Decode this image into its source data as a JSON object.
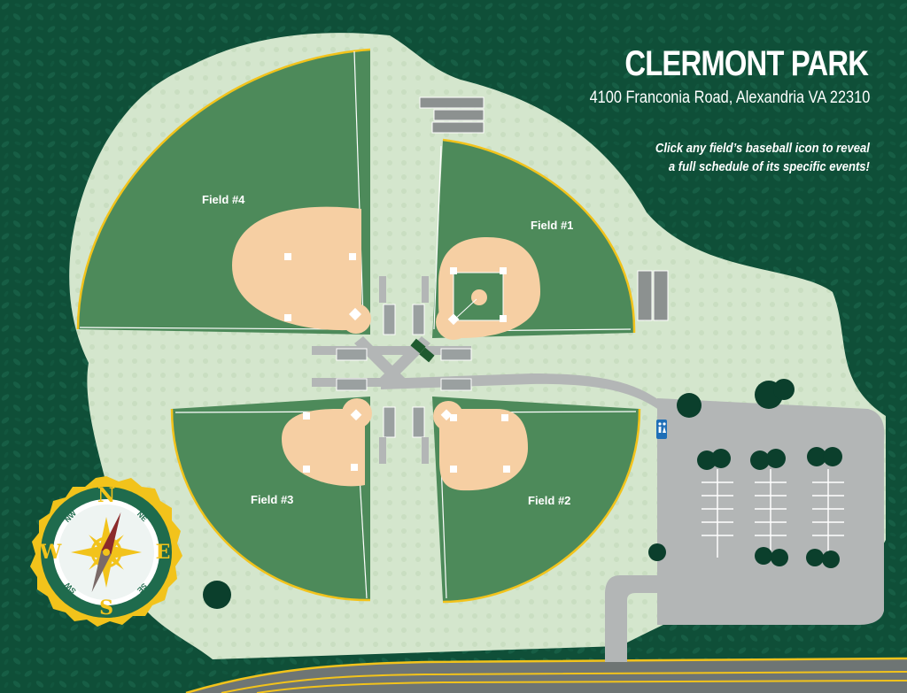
{
  "header": {
    "title": "CLERMONT PARK",
    "address": "4100 Franconia Road, Alexandria VA 22310"
  },
  "instructions": {
    "line1": "Click any field’s  baseball icon to reveal",
    "line2": "a full schedule of its specific events!"
  },
  "fields": [
    {
      "name": "Field #1"
    },
    {
      "name": "Field #2"
    },
    {
      "name": "Field #3"
    },
    {
      "name": "Field #4"
    }
  ],
  "compass": {
    "north": "N",
    "south": "S",
    "east": "E",
    "west": "W",
    "northeast": "NE",
    "northwest": "NW",
    "southeast": "SE",
    "southwest": "SW"
  },
  "icons": {
    "restroom": "restroom-icon"
  },
  "colors": {
    "forest": "#0f4f38",
    "grass": "#4d8a5a",
    "outline": "#f2c31b",
    "infield": "#f6cfa3",
    "parkGround": "#d3e5cb",
    "pavement": "#b3b6b6",
    "restroom_badge": "#1f6fb7"
  }
}
